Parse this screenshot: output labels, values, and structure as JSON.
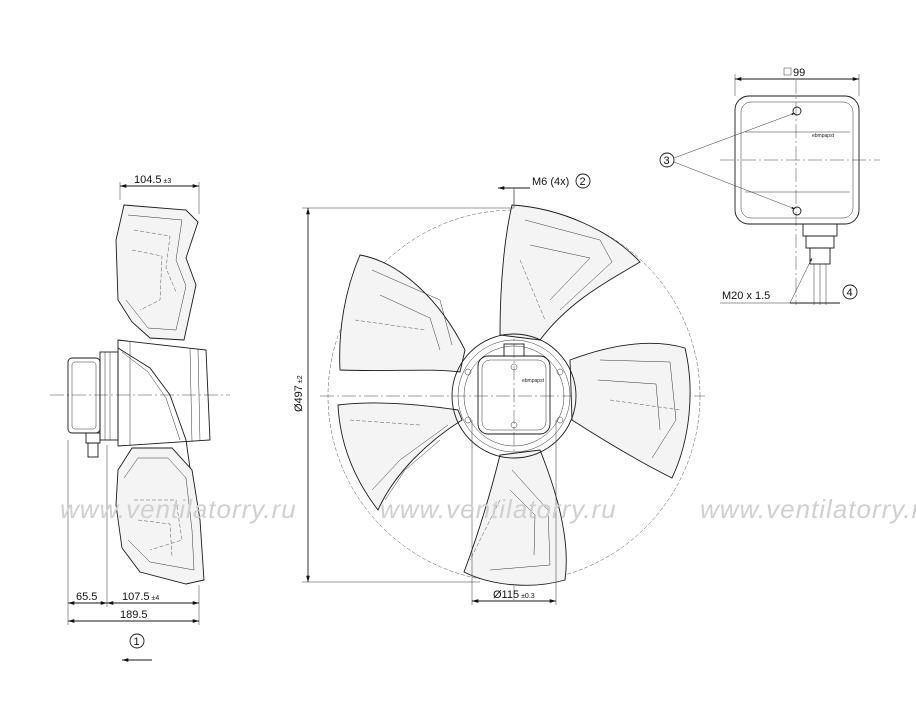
{
  "watermark": {
    "text1": "www.ventilatorry.ru",
    "text2": "www.ventilatorry.ru",
    "text3": "www.ventilatorry.ru"
  },
  "side_view": {
    "depth_blade": "104.5",
    "depth_blade_tol": "±3",
    "motor_len": "65.5",
    "blade_len": "107.5",
    "blade_len_tol": "±4",
    "total_len": "189.5",
    "airflow_marker": "1"
  },
  "front_view": {
    "diameter": "Ø497",
    "diameter_tol": "±2",
    "screw": "M6 (4x)",
    "screw_marker": "2",
    "hub_diameter": "Ø115",
    "hub_tol": "±0.3"
  },
  "terminal_box": {
    "width": "99",
    "gland": "M20 x 1.5",
    "gland_marker": "4",
    "screw_marker": "3",
    "logo": "ebmpapst"
  }
}
